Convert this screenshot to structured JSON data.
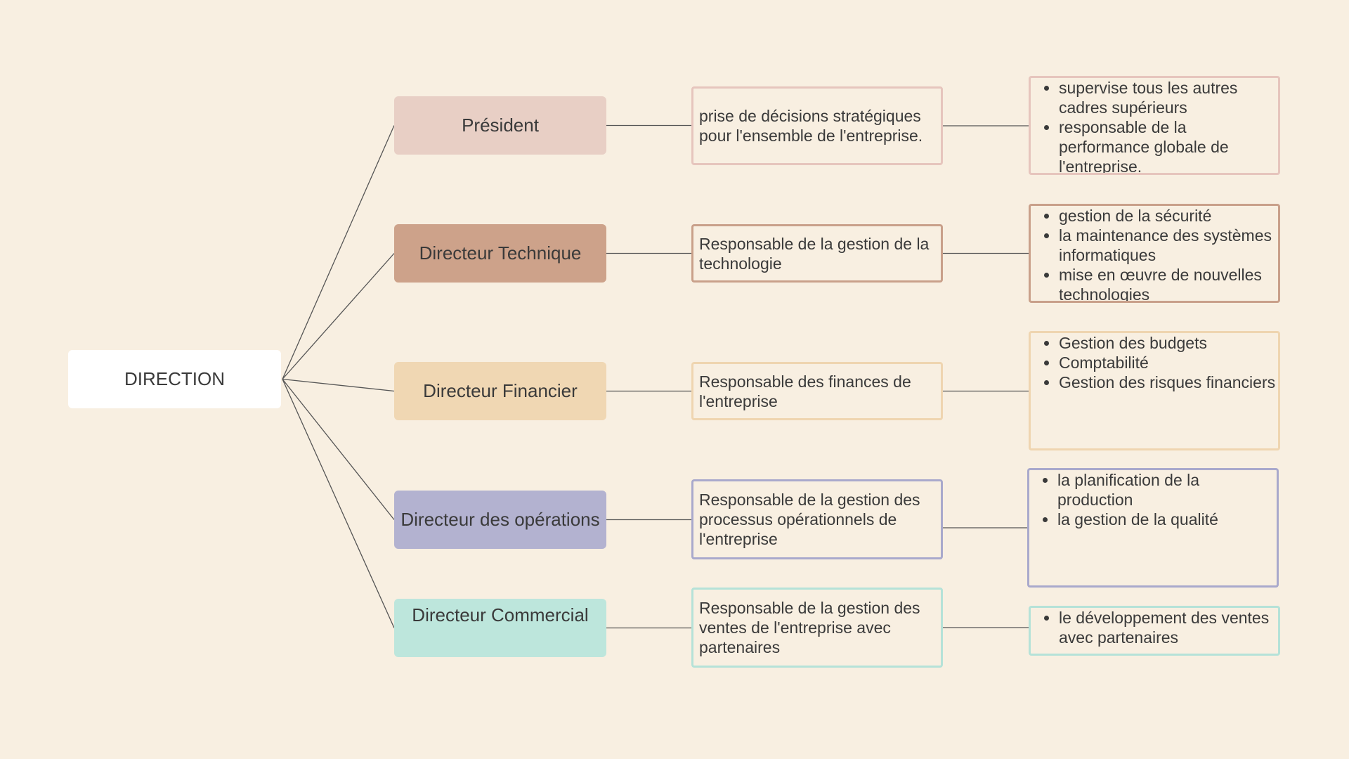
{
  "root": {
    "label": "DIRECTION"
  },
  "colors": {
    "background": "#f8efe1",
    "connector": "#555555"
  },
  "branches": [
    {
      "role": "Président",
      "role_color": "#e8cfc5",
      "border_color": "#e6c5bd",
      "description": "prise de décisions stratégiques pour l'ensemble de l'entreprise.",
      "tasks": [
        "supervise tous les autres cadres supérieurs",
        "responsable de la performance globale de l'entreprise."
      ]
    },
    {
      "role": "Directeur Technique",
      "role_color": "#cda28a",
      "border_color": "#c9a08a",
      "description": "Responsable de la gestion de la technologie",
      "tasks": [
        "gestion de la sécurité",
        "la maintenance des systèmes informatiques",
        "mise en œuvre de nouvelles technologies"
      ]
    },
    {
      "role": "Directeur Financier",
      "role_color": "#f0d7b3",
      "border_color": "#efd5b0",
      "description": "Responsable des finances de l'entreprise",
      "tasks": [
        "Gestion des budgets",
        "Comptabilité",
        "Gestion des risques financiers"
      ]
    },
    {
      "role": "Directeur des opérations",
      "role_color": "#b3b2d0",
      "border_color": "#a9a9cc",
      "description": "Responsable de la gestion des processus opérationnels de l'entreprise",
      "tasks": [
        "la planification de la production",
        "la gestion de la qualité"
      ]
    },
    {
      "role": "Directeur Commercial",
      "role_color": "#bde6dc",
      "border_color": "#b5e2d8",
      "description": "Responsable de la gestion des ventes de l'entreprise avec partenaires",
      "tasks": [
        "le développement des ventes avec partenaires"
      ]
    }
  ]
}
